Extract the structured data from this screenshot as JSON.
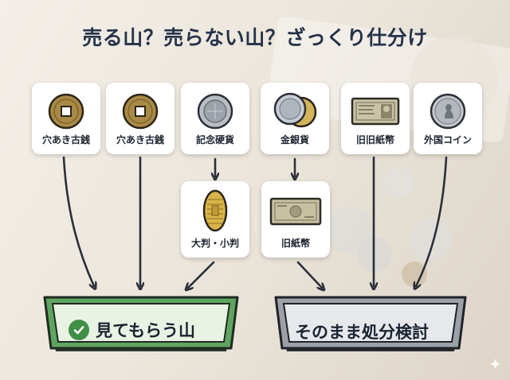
{
  "title": "売る山？売らない山？ざっくり仕分け",
  "top_cards": [
    {
      "label": "穴あき古銭",
      "icon": "holed-coin-icon"
    },
    {
      "label": "穴あき古銭",
      "icon": "holed-coin-icon"
    },
    {
      "label": "記念硬貨",
      "icon": "commemorative-coin-icon"
    },
    {
      "label": "金銀貨",
      "icon": "gold-silver-coin-icon"
    },
    {
      "label": "旧旧紙幣",
      "icon": "old-banknote-icon"
    },
    {
      "label": "外国コイン",
      "icon": "foreign-coin-icon"
    }
  ],
  "mid_cards": [
    {
      "label": "大判・小判",
      "icon": "koban-icon"
    },
    {
      "label": "旧紙幣",
      "icon": "banknote-icon"
    }
  ],
  "trays": {
    "sell": {
      "label": "見てもらう山",
      "color": "#3f8f46"
    },
    "keep": {
      "label": "そのまま処分検討",
      "color": "#4a4e57"
    }
  },
  "colors": {
    "title": "#25324a",
    "arrow": "#2b2f3a",
    "green": "#3f8f46",
    "gray": "#c9ccd2"
  }
}
